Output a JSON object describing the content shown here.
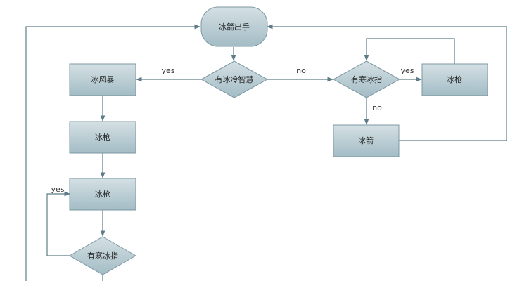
{
  "colors": {
    "node_fill_top": "#d4e0e4",
    "node_fill_bottom": "#a3bcc5",
    "node_stroke": "#7d98a3",
    "edge_stroke": "#5d7b88",
    "background": "#ffffff"
  },
  "nodes": {
    "start": "冰箭出手",
    "decision_main": "有冰冷智慧",
    "storm": "冰风暴",
    "lance_1": "冰枪",
    "lance_2": "冰枪",
    "decision_left": "有寒冰指",
    "decision_right": "有寒冰指",
    "lance_right": "冰枪",
    "arrow_right": "冰箭"
  },
  "edge_labels": {
    "main_yes": "yes",
    "main_no": "no",
    "right_yes": "yes",
    "right_no": "no",
    "left_yes": "yes"
  }
}
